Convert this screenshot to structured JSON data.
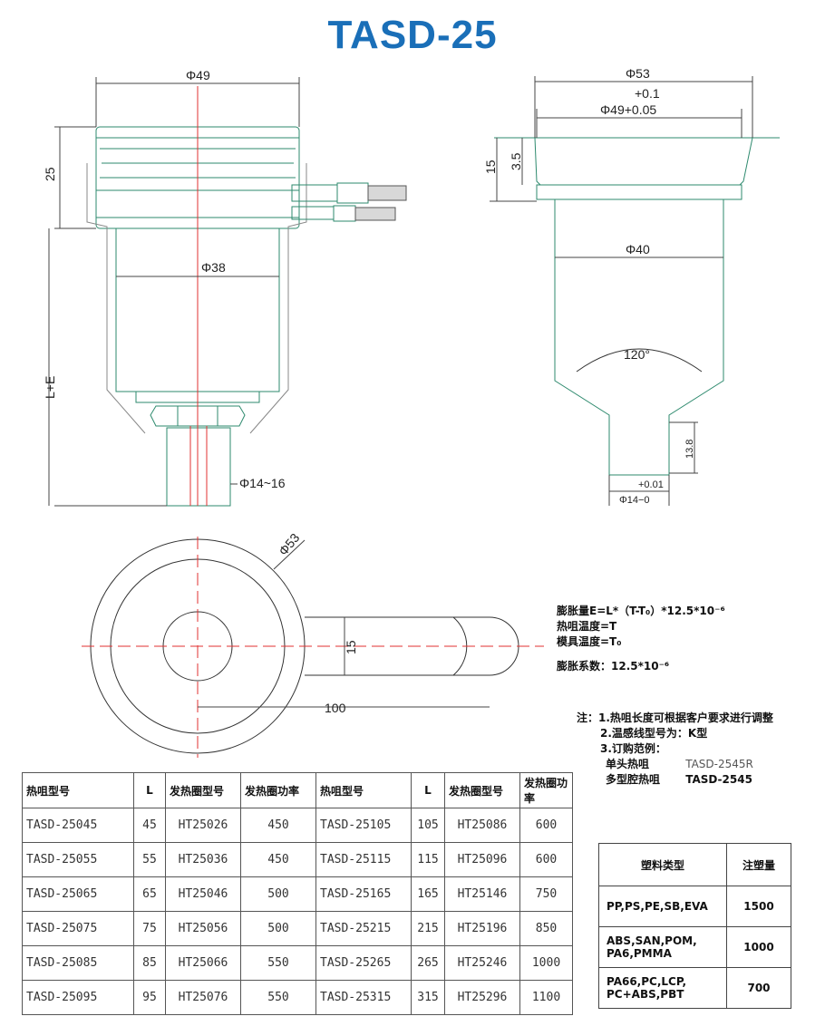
{
  "title": "TASD-25",
  "dimensions": {
    "d49": "Φ49",
    "d25": "25",
    "d38": "Φ38",
    "le": "L+E",
    "d14_16": "Φ14~16",
    "d53": "Φ53",
    "tol_plus": "+0.1",
    "d49_005": "Φ49+0.05",
    "h15": "15",
    "h35": "3.5",
    "d40": "Φ40",
    "angle": "120°",
    "h138": "13.8",
    "tol_001": "+0.01",
    "d14_0": "Φ14−0",
    "top_d53": "Φ53",
    "top_15": "15",
    "top_100": "100"
  },
  "formula": {
    "line1": "膨胀量E=L*（T-T₀）*12.5*10⁻⁶",
    "line2": "热咀温度=T",
    "line3": "模具温度=T₀",
    "line4": "膨胀系数：12.5*10⁻⁶"
  },
  "notes": {
    "n1": "注：1.热咀长度可根据客户要求进行调整",
    "n2": "2.温感线型号为：K型",
    "n3": "3.订购范例：",
    "ex1_label": "单头热咀",
    "ex1_value": "TASD-2545R",
    "ex2_label": "多型腔热咀",
    "ex2_value": "TASD-2545"
  },
  "spec_table": {
    "headers": [
      "热咀型号",
      "L",
      "发热圈型号",
      "发热圈功率",
      "热咀型号",
      "L",
      "发热圈型号",
      "发热圈功率"
    ],
    "rows": [
      [
        "TASD-25045",
        "45",
        "HT25026",
        "450",
        "TASD-25105",
        "105",
        "HT25086",
        "600"
      ],
      [
        "TASD-25055",
        "55",
        "HT25036",
        "450",
        "TASD-25115",
        "115",
        "HT25096",
        "600"
      ],
      [
        "TASD-25065",
        "65",
        "HT25046",
        "500",
        "TASD-25165",
        "165",
        "HT25146",
        "750"
      ],
      [
        "TASD-25075",
        "75",
        "HT25056",
        "500",
        "TASD-25215",
        "215",
        "HT25196",
        "850"
      ],
      [
        "TASD-25085",
        "85",
        "HT25066",
        "550",
        "TASD-25265",
        "265",
        "HT25246",
        "1000"
      ],
      [
        "TASD-25095",
        "95",
        "HT25076",
        "550",
        "TASD-25315",
        "315",
        "HT25296",
        "1100"
      ]
    ]
  },
  "plastic_table": {
    "headers": [
      "塑料类型",
      "注塑量"
    ],
    "rows": [
      [
        "PP,PS,PE,SB,EVA",
        "1500"
      ],
      [
        "ABS,SAN,POM,\nPA6,PMMA",
        "1000"
      ],
      [
        "PA66,PC,LCP,\nPC+ABS,PBT",
        "700"
      ]
    ]
  },
  "colors": {
    "title": "#1a6fb8",
    "outline": "#2e8a6e",
    "centerline": "#e03030",
    "dimension": "#333333"
  }
}
